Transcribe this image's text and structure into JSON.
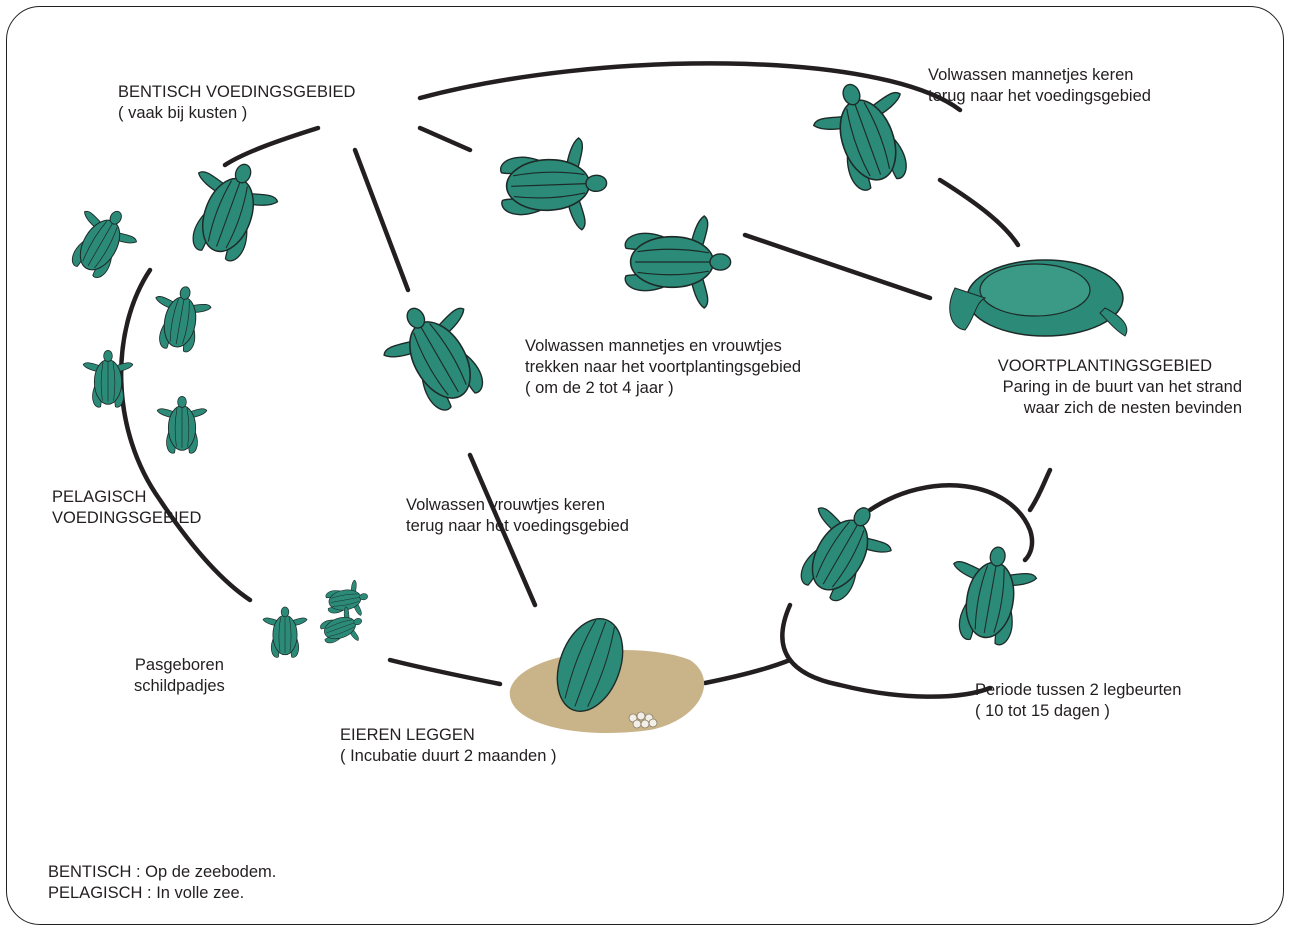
{
  "labels": {
    "benthic_title": "BENTISCH VOEDINGSGEBIED",
    "benthic_sub": "( vaak bij kusten )",
    "males_return_1": "Volwassen mannetjes keren",
    "males_return_2": "terug naar het voedingsgebied",
    "migrate_1": "Volwassen mannetjes en vrouwtjes",
    "migrate_2": "trekken naar het voortplantingsgebied",
    "migrate_3": "( om de 2 tot 4 jaar )",
    "breeding_title": "VOORTPLANTINGSGEBIED",
    "breeding_1": "Paring in de buurt van het strand",
    "breeding_2": "waar zich de nesten bevinden",
    "pelagic_1": "PELAGISCH",
    "pelagic_2": "VOEDINGSGEBIED",
    "females_return_1": "Volwassen vrouwtjes keren",
    "females_return_2": "terug naar het voedingsgebied",
    "hatchlings_1": "Pasgeboren",
    "hatchlings_2": "schildpadjes",
    "eggs_title": "EIEREN LEGGEN",
    "eggs_sub": "( Incubatie duurt 2 maanden )",
    "interval_1": "Periode tussen 2 legbeurten",
    "interval_2": "( 10 tot 15 dagen )"
  },
  "legend": {
    "line_1": "BENTISCH : Op de zeebodem.",
    "line_2": "PELAGISCH : In volle zee."
  },
  "colors": {
    "turtle": "#2b8a78",
    "turtle_dark": "#1d2a27",
    "sand": "#c9b48a",
    "line": "#231f20"
  }
}
